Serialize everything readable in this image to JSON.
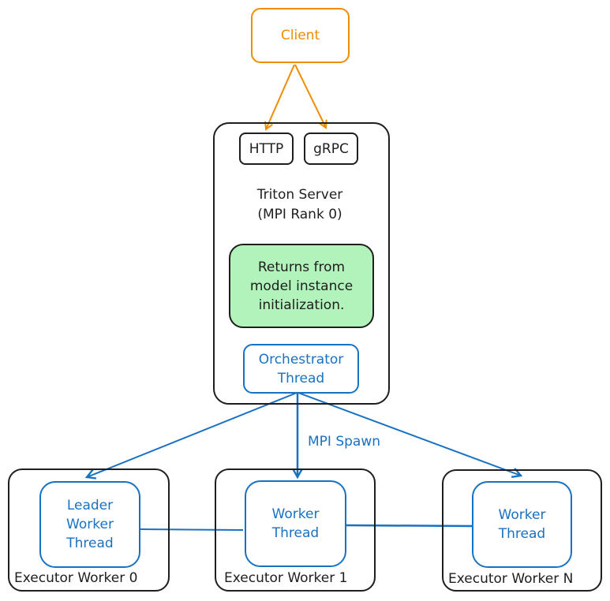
{
  "client": {
    "label": "Client"
  },
  "server": {
    "http_label": "HTTP",
    "grpc_label": "gRPC",
    "title_line1": "Triton Server",
    "title_line2": "(MPI Rank 0)",
    "returns_note": "Returns from\nmodel instance\ninitialization.",
    "orchestrator": "Orchestrator\nThread"
  },
  "spawn_label": "MPI Spawn",
  "workers": [
    {
      "thread": "Leader\nWorker\nThread",
      "name": "Executor Worker 0"
    },
    {
      "thread": "Worker\nThread",
      "name": "Executor Worker 1"
    },
    {
      "thread": "Worker\nThread",
      "name": "Executor Worker N"
    }
  ],
  "colors": {
    "orange": "#f08c00",
    "blue": "#1971c2",
    "dark": "#1e1e1e",
    "green_fill": "#b2f2bb"
  }
}
